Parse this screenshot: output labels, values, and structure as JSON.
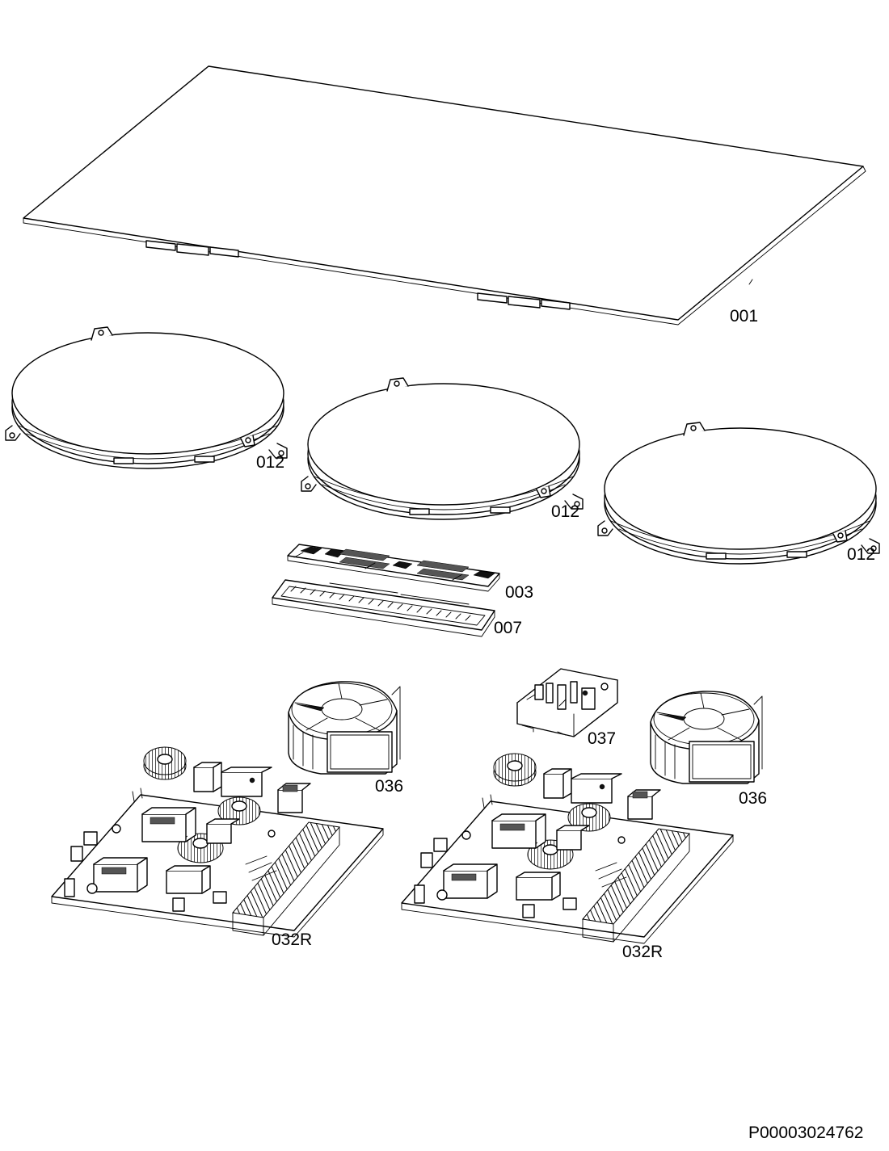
{
  "parts": {
    "glass_top": "001",
    "coil_1": "012",
    "coil_2": "012",
    "coil_3": "012",
    "control_board": "003",
    "control_frame": "007",
    "fan_left": "036",
    "fan_right": "036",
    "filter_board": "037",
    "power_board_left": "032R",
    "power_board_right": "032R"
  },
  "drawing_ref": "P00003024762"
}
